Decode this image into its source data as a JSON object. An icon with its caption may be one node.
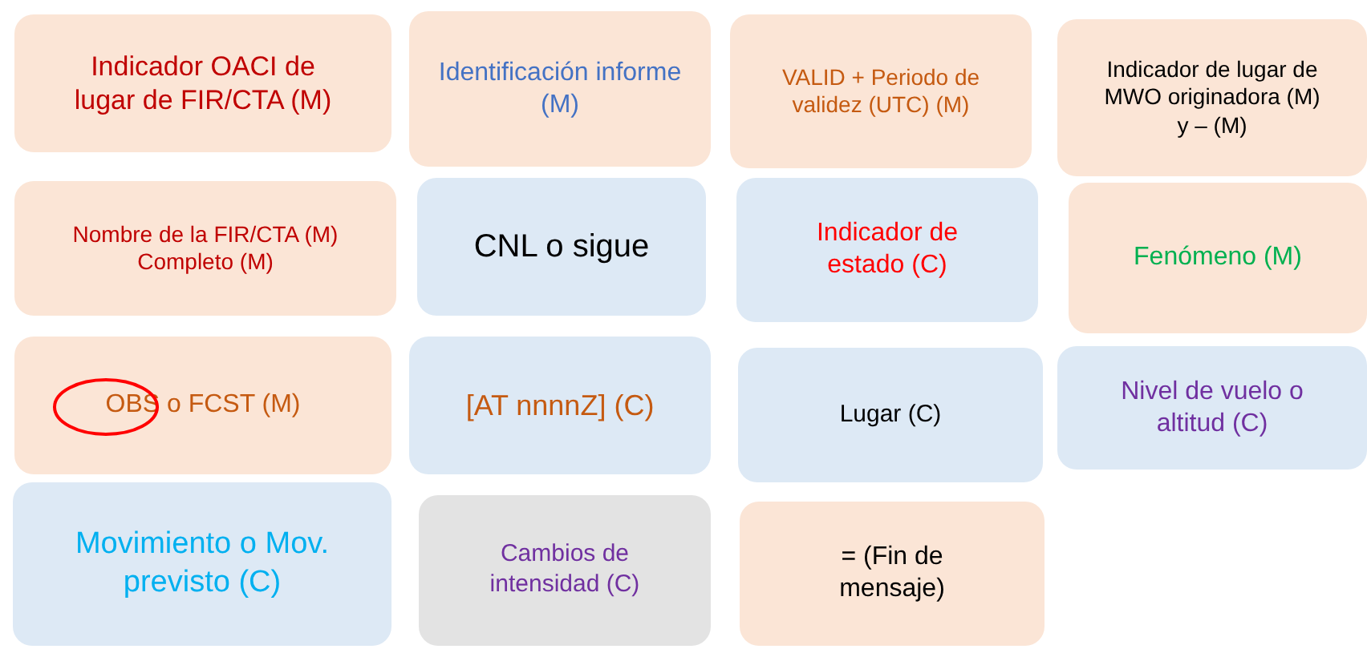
{
  "diagram": {
    "nodes": [
      {
        "text": [
          "Indicador OACI de lugar de FIR/CTA (M)"
        ]
      },
      {
        "text": [
          "Identificación informe (M)"
        ]
      },
      {
        "text": [
          "VALID + Periodo de validez (UTC) (M)"
        ]
      },
      {
        "text": [
          "Indicador de lugar de MWO originadora  (M) y – (M)"
        ]
      },
      {
        "text": [
          "Nombre de la FIR/CTA (M) Completo (M)"
        ]
      },
      {
        "text": [
          "CNL o sigue"
        ]
      },
      {
        "text": [
          "Indicador de estado (C)"
        ]
      },
      {
        "text": [
          "Fenómeno (M)"
        ]
      },
      {
        "text": [
          "OBS o FCST (M)"
        ]
      },
      {
        "text": [
          "[AT nnnnZ] (C)"
        ]
      },
      {
        "text": [
          "Lugar (C)"
        ]
      },
      {
        "text": [
          "Nivel de vuelo o altitud  (C)"
        ]
      },
      {
        "text": [
          "Movimiento o Mov. previsto (C)"
        ]
      },
      {
        "text": [
          "Cambios de intensidad (C)"
        ]
      },
      {
        "text": [
          "= (Fin de mensaje)"
        ]
      }
    ]
  }
}
